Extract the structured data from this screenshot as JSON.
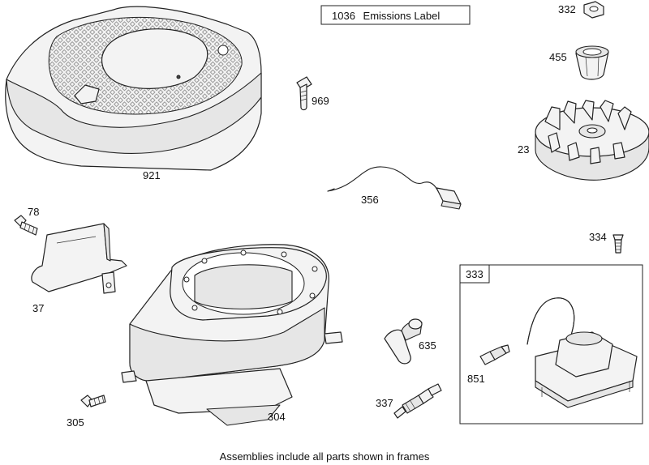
{
  "header_label": {
    "number": "1036",
    "text": "Emissions Label"
  },
  "parts": [
    {
      "id": "921",
      "number": "921"
    },
    {
      "id": "969",
      "number": "969"
    },
    {
      "id": "332",
      "number": "332"
    },
    {
      "id": "455",
      "number": "455"
    },
    {
      "id": "23",
      "number": "23"
    },
    {
      "id": "356",
      "number": "356"
    },
    {
      "id": "78",
      "number": "78"
    },
    {
      "id": "37",
      "number": "37"
    },
    {
      "id": "334",
      "number": "334"
    },
    {
      "id": "635",
      "number": "635"
    },
    {
      "id": "337",
      "number": "337"
    },
    {
      "id": "305",
      "number": "305"
    },
    {
      "id": "304",
      "number": "304"
    },
    {
      "id": "851",
      "number": "851"
    }
  ],
  "frame": {
    "number": "333"
  },
  "footer": "Assemblies include all parts shown in frames"
}
